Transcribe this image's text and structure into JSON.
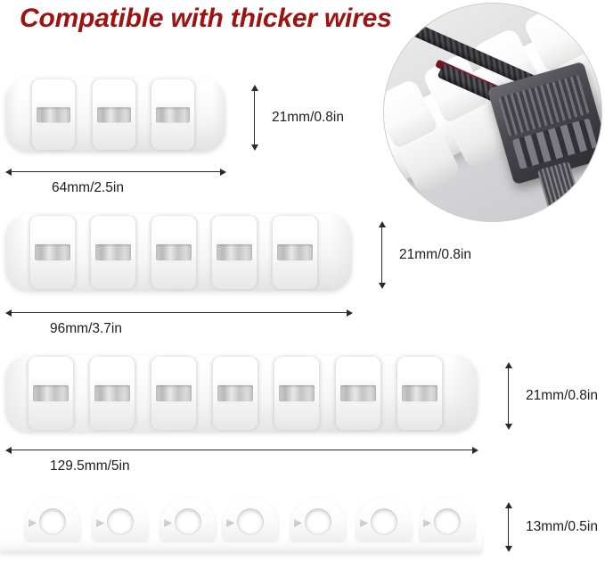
{
  "title": "Compatible with thicker wires",
  "theme": {
    "title_color": "#9e1212",
    "background": "#ffffff",
    "clip_color": "#ffffff",
    "dimension_line_color": "#2a2a2a",
    "photo_background": "#d4d4d6"
  },
  "photo": {
    "alt_name": "cable-clip-holding-braided-cable-photo",
    "subject": "white cable clip holding thick braided red-black cable with dark gray connector"
  },
  "products": [
    {
      "name": "3-slot-clip",
      "slots": 3,
      "length_label": "64mm/2.5in",
      "height_label": "21mm/0.8in"
    },
    {
      "name": "5-slot-clip",
      "slots": 5,
      "length_label": "96mm/3.7in",
      "height_label": "21mm/0.8in"
    },
    {
      "name": "7-slot-clip",
      "slots": 7,
      "length_label": "129.5mm/5in",
      "height_label": "21mm/0.8in"
    },
    {
      "name": "profile-view-clip",
      "slots": 7,
      "length_label": "",
      "height_label": "13mm/0.5in"
    }
  ]
}
